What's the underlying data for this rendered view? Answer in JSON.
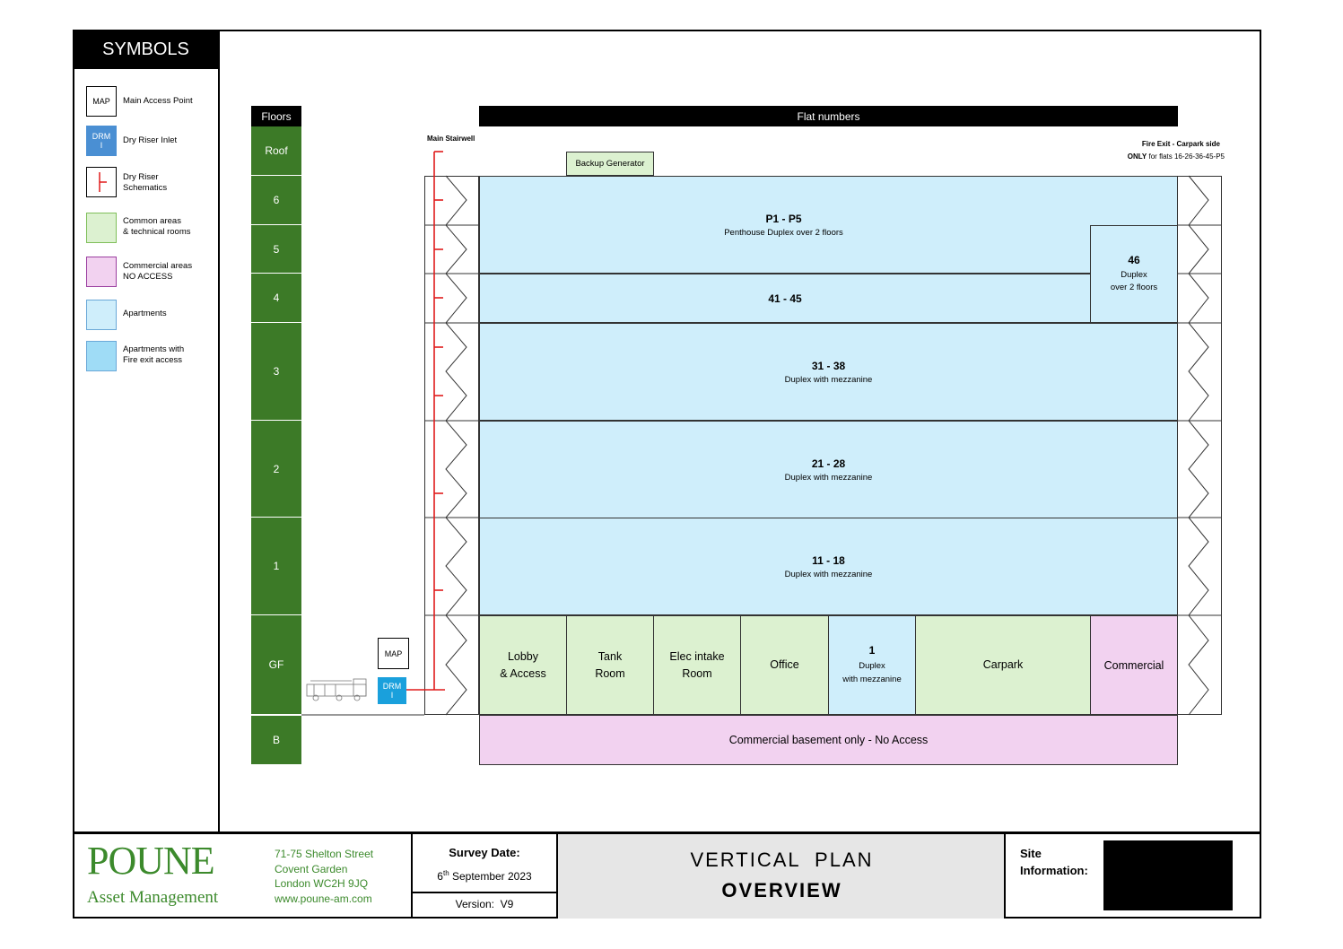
{
  "symbols": {
    "title": "SYMBOLS",
    "items": [
      {
        "code": "MAP",
        "label": "Main Access Point",
        "fill": "#ffffff",
        "border": "#000000"
      },
      {
        "code": "DRM\nI",
        "label": "Dry Riser Inlet",
        "fill": "#4a8fd3",
        "border": "#4a8fd3"
      },
      {
        "code": "",
        "label": "Dry Riser\nSchematics",
        "fill": "#ffffff",
        "border": "#000000"
      },
      {
        "code": "",
        "label": "Common areas\n& technical rooms",
        "fill": "#dcf1d0",
        "border": "#7fbf5a"
      },
      {
        "code": "",
        "label": "Commercial areas\nNO ACCESS",
        "fill": "#f2d2f0",
        "border": "#9b3fa0"
      },
      {
        "code": "",
        "label": "Apartments",
        "fill": "#cfeefb",
        "border": "#6aa8d8"
      },
      {
        "code": "",
        "label": "Apartments with\nFire exit access",
        "fill": "#9fdcf6",
        "border": "#6aa8d8"
      }
    ]
  },
  "plan": {
    "floors_header": "Floors",
    "flats_header": "Flat numbers",
    "floors": [
      "Roof",
      "6",
      "5",
      "4",
      "3",
      "2",
      "1",
      "GF",
      "B"
    ],
    "main_stairwell": "Main Stairwell",
    "backup_generator": "Backup Generator",
    "fire_exit_title": "Fire Exit - Carpark side",
    "fire_exit_only": "ONLY",
    "fire_exit_rest": " for flats 16-26-36-45-P5",
    "map_label": "MAP",
    "drmi_label": "DRM\nI",
    "apartments": {
      "penthouse": {
        "num": "P1 - P5",
        "desc": "Penthouse Duplex over 2 floors"
      },
      "f4": {
        "num": "41 - 45",
        "desc": ""
      },
      "f46": {
        "num": "46",
        "desc": "Duplex\nover 2 floors"
      },
      "f3": {
        "num": "31 - 38",
        "desc": "Duplex with mezzanine"
      },
      "f2": {
        "num": "21 - 28",
        "desc": "Duplex with mezzanine"
      },
      "f1": {
        "num": "11 - 18",
        "desc": "Duplex with mezzanine"
      },
      "gf1": {
        "num": "1",
        "desc": "Duplex\nwith mezzanine"
      }
    },
    "ground": {
      "lobby": "Lobby\n& Access",
      "tank": "Tank\nRoom",
      "elec": "Elec intake\nRoom",
      "office": "Office",
      "carpark": "Carpark",
      "commercial": "Commercial"
    },
    "basement": "Commercial basement only - No Access",
    "colors": {
      "floor_green": "#3c7a27",
      "riser_red": "#e01b1b",
      "drmi_blue": "#1aa0dc"
    }
  },
  "footer": {
    "logo_main": "POUNE",
    "logo_sub": "Asset Management",
    "address": [
      "71-75 Shelton Street",
      "Covent Garden",
      "London WC2H 9JQ",
      "www.poune-am.com"
    ],
    "survey_label": "Survey Date:",
    "survey_day": "6",
    "survey_sup": "th",
    "survey_rest": " September 2023",
    "version": "Version:  V9",
    "plan_title": "VERTICAL  PLAN",
    "plan_subtitle": "OVERVIEW",
    "site_info": "Site\nInformation:"
  }
}
